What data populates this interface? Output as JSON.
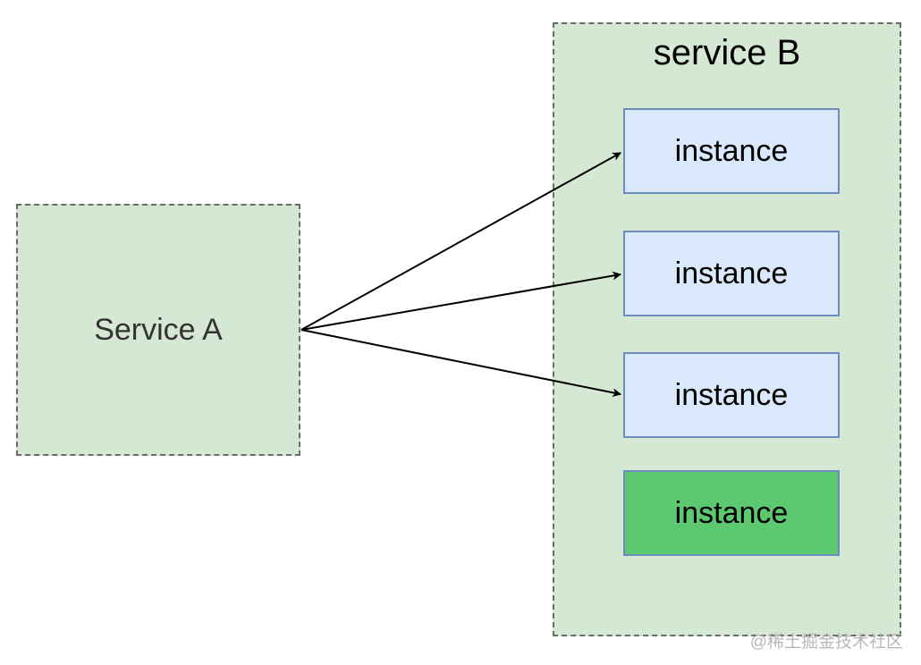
{
  "diagram": {
    "service_a": {
      "label": "Service A"
    },
    "service_b": {
      "title": "service B",
      "instances": [
        {
          "label": "instance",
          "status": "normal"
        },
        {
          "label": "instance",
          "status": "normal"
        },
        {
          "label": "instance",
          "status": "normal"
        },
        {
          "label": "instance",
          "status": "highlighted"
        }
      ]
    },
    "edges": [
      {
        "from": "Service A",
        "to": "instance 1"
      },
      {
        "from": "Service A",
        "to": "instance 2"
      },
      {
        "from": "Service A",
        "to": "instance 3"
      }
    ],
    "colors": {
      "group_fill": "#d5e8d4",
      "instance_fill": "#dae8fc",
      "instance_border": "#6c8ebf",
      "highlight_fill": "#5cc870"
    }
  },
  "watermark": "@稀土掘金技术社区"
}
